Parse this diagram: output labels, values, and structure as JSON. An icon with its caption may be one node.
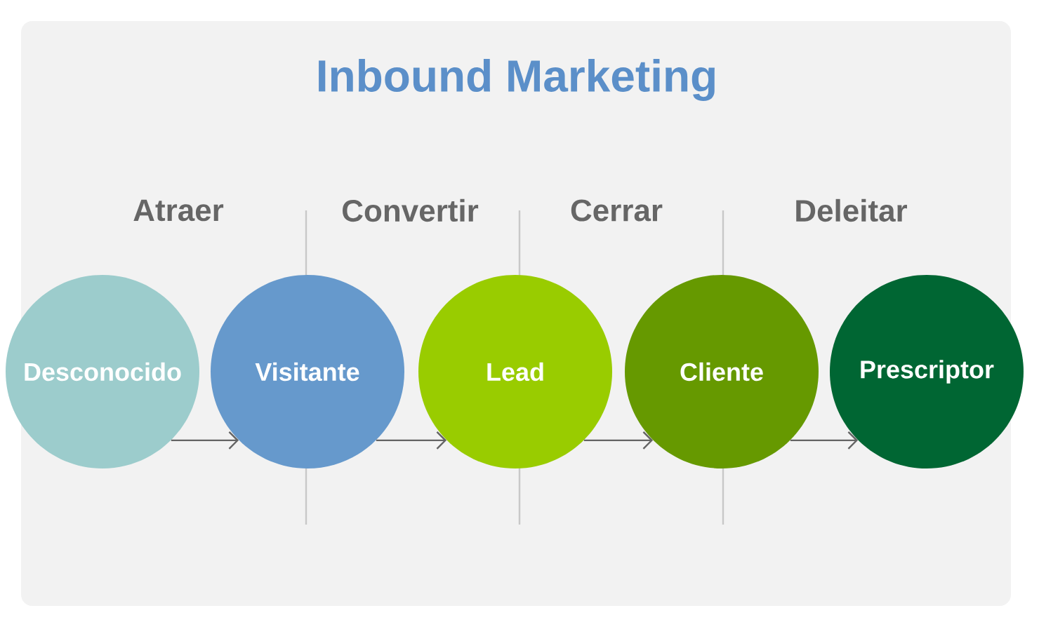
{
  "diagram": {
    "title": "Inbound Marketing",
    "nodes": [
      {
        "text": [
          "Desconocido"
        ]
      },
      {
        "text": [
          "Visitante"
        ]
      },
      {
        "text": [
          "Lead"
        ]
      },
      {
        "text": [
          "Cliente"
        ]
      },
      {
        "text": [
          "Prescriptor"
        ]
      }
    ],
    "edges": [
      {
        "from": 0,
        "to": 1,
        "arrow": "to"
      },
      {
        "from": 1,
        "to": 2,
        "arrow": "to"
      },
      {
        "from": 2,
        "to": 3,
        "arrow": "to"
      },
      {
        "from": 3,
        "to": 4,
        "arrow": "to"
      }
    ],
    "labels": [
      "Atraer",
      "Convertir",
      "Cerrar",
      "Deleitar"
    ]
  }
}
